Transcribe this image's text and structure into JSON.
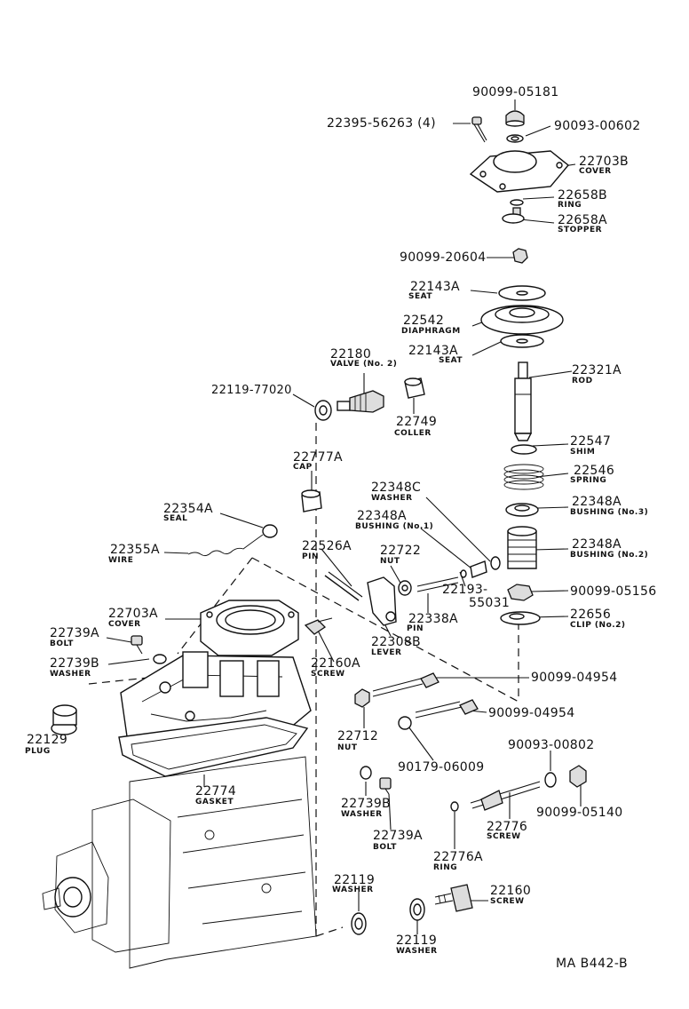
{
  "labels": {
    "p90099_05181": {
      "pn": "90099-05181"
    },
    "p22395_56263": {
      "pn": "22395-56263 (4)"
    },
    "p90093_00602": {
      "pn": "90093-00602"
    },
    "p22703B": {
      "pn": "22703B",
      "nm": "COVER"
    },
    "p22658B": {
      "pn": "22658B",
      "nm": "RING"
    },
    "p22658A": {
      "pn": "22658A",
      "nm": "STOPPER"
    },
    "p90099_20604": {
      "pn": "90099-20604"
    },
    "p22143A_top": {
      "pn": "22143A",
      "nm": "SEAT"
    },
    "p22542": {
      "pn": "22542",
      "nm": "DIAPHRAGM"
    },
    "p22143A_bot": {
      "pn": "22143A",
      "nm": "SEAT"
    },
    "p22180": {
      "pn": "22180",
      "nm": "VALVE (No. 2)"
    },
    "p22119_77020": {
      "pn": "22119-77020"
    },
    "p22749": {
      "pn": "22749",
      "nm": "COLLER"
    },
    "p22321A": {
      "pn": "22321A",
      "nm": "ROD"
    },
    "p22547": {
      "pn": "22547",
      "nm": "SHIM"
    },
    "p22546": {
      "pn": "22546",
      "nm": "SPRING"
    },
    "p22348A_no3": {
      "pn": "22348A",
      "nm": "BUSHING (No.3)"
    },
    "p22777A": {
      "pn": "22777A",
      "nm": "CAP"
    },
    "p22348C": {
      "pn": "22348C",
      "nm": "WASHER"
    },
    "p22348A_no1": {
      "pn": "22348A",
      "nm": "BUSHING (No.1)"
    },
    "p22348A_no2": {
      "pn": "22348A",
      "nm": "BUSHING (No.2)"
    },
    "p22354A": {
      "pn": "22354A",
      "nm": "SEAL"
    },
    "p22355A": {
      "pn": "22355A",
      "nm": "WIRE"
    },
    "p22526A": {
      "pn": "22526A",
      "nm": "PIN"
    },
    "p22722": {
      "pn": "22722",
      "nm": "NUT"
    },
    "p22193_55031": {
      "pn": "22193-",
      "pn2": "55031"
    },
    "p90099_05156": {
      "pn": "90099-05156"
    },
    "p22656": {
      "pn": "22656",
      "nm": "CLIP (No.2)"
    },
    "p22338A": {
      "pn": "22338A",
      "nm": "PIN"
    },
    "p22703A": {
      "pn": "22703A",
      "nm": "COVER"
    },
    "p22308B": {
      "pn": "22308B",
      "nm": "LEVER"
    },
    "p22739A_l": {
      "pn": "22739A",
      "nm": "BOLT"
    },
    "p22160A": {
      "pn": "22160A",
      "nm": "SCREW"
    },
    "p22739B_l": {
      "pn": "22739B",
      "nm": "WASHER"
    },
    "p90099_04954_a": {
      "pn": "90099-04954"
    },
    "p90099_04954_b": {
      "pn": "90099-04954"
    },
    "p22129": {
      "pn": "22129",
      "nm": "PLUG"
    },
    "p22712": {
      "pn": "22712",
      "nm": "NUT"
    },
    "p90093_00802": {
      "pn": "90093-00802"
    },
    "p90179_06009": {
      "pn": "90179-06009"
    },
    "p22774": {
      "pn": "22774",
      "nm": "GASKET"
    },
    "p22739B_r": {
      "pn": "22739B",
      "nm": "WASHER"
    },
    "p22776": {
      "pn": "22776",
      "nm": "SCREW"
    },
    "p90099_05140": {
      "pn": "90099-05140"
    },
    "p22739A_r": {
      "pn": "22739A",
      "nm": "BOLT"
    },
    "p22776A": {
      "pn": "22776A",
      "nm": "RING"
    },
    "p22119_a": {
      "pn": "22119",
      "nm": "WASHER"
    },
    "p22160": {
      "pn": "22160",
      "nm": "SCREW"
    },
    "p22119_b": {
      "pn": "22119",
      "nm": "WASHER"
    }
  },
  "reference_code": "MA B442-B"
}
